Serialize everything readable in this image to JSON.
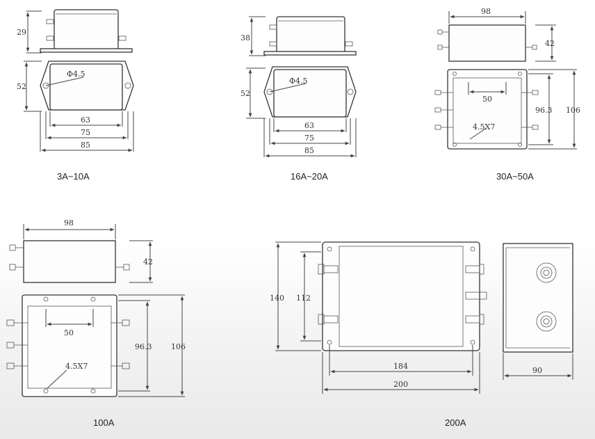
{
  "captions": {
    "a": "3A~10A",
    "b": "16A~20A",
    "c": "30A~50A",
    "d": "100A",
    "e": "200A"
  },
  "dims_a": {
    "h_side": "29",
    "h_top": "52",
    "hole": "Φ4.5",
    "w1": "63",
    "w2": "75",
    "w3": "85"
  },
  "dims_b": {
    "h_side": "38",
    "h_top": "52",
    "hole": "Φ4.5",
    "w1": "63",
    "w2": "75",
    "w3": "85"
  },
  "dims_c": {
    "w_side": "98",
    "h_side": "42",
    "w_inner": "50",
    "h_inner": "96.3",
    "h_outer": "106",
    "hole": "4.5X7"
  },
  "dims_d": {
    "w_side": "98",
    "h_side": "42",
    "w_inner": "50",
    "h_inner": "96.3",
    "h_outer": "106",
    "hole": "4.5X7"
  },
  "dims_e": {
    "h_outer": "140",
    "h_inner": "112",
    "w_inner": "184",
    "w_outer": "200",
    "w_end": "90"
  }
}
